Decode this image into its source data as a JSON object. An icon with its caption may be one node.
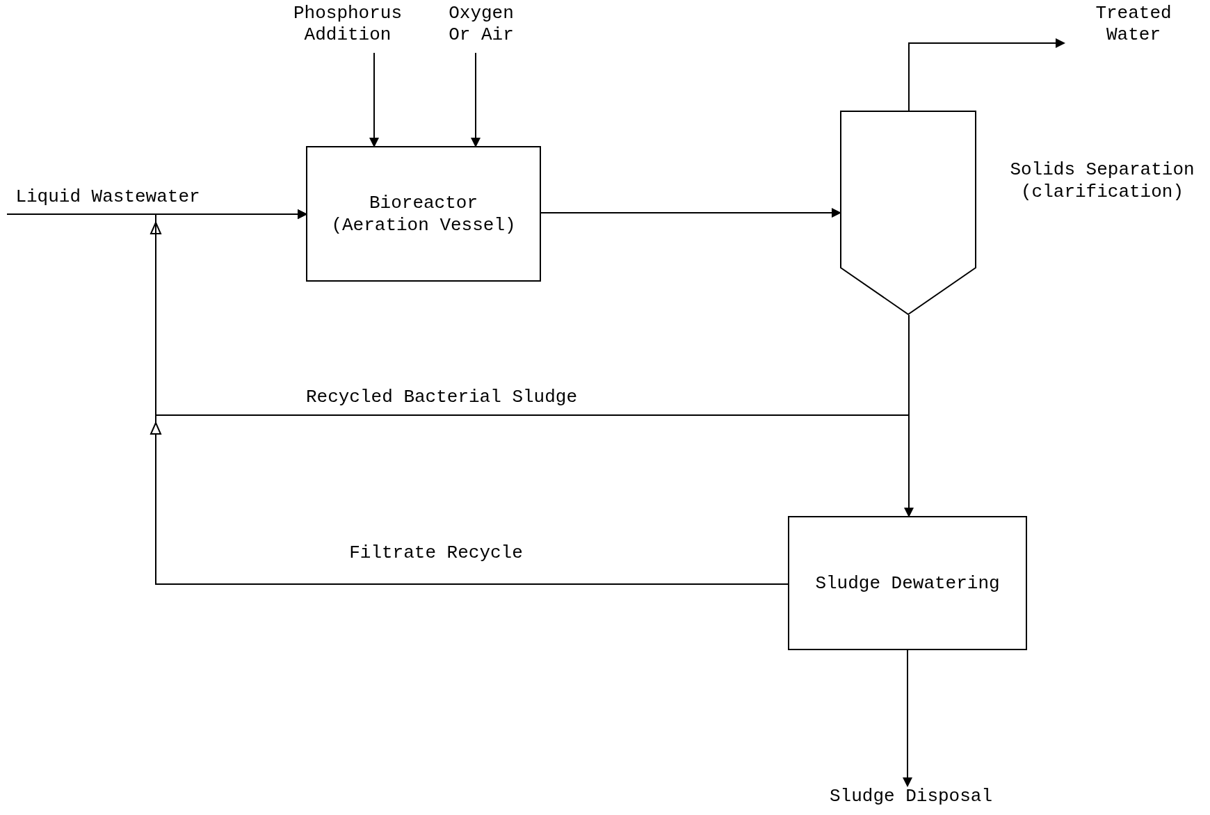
{
  "diagram": {
    "nodes": [
      {
        "text": [
          "Phosphorus Addition"
        ]
      },
      {
        "text": [
          "Oxygen Or Air"
        ]
      },
      {
        "text": [
          "Bioreactor (Aeration Vessel)"
        ]
      },
      {
        "text": [],
        "shape": "hopper",
        "beside": [
          "Solids Separation (clarification)"
        ]
      },
      {
        "text": [
          "Treated Water"
        ]
      },
      {
        "text": [
          "Liquid Wastewater"
        ]
      },
      {
        "text": [
          "Sludge Dewatering"
        ]
      },
      {
        "text": [
          "Sludge Disposal"
        ]
      }
    ],
    "edges": [
      {
        "from": 0,
        "to": 2,
        "arrow": "to"
      },
      {
        "from": 1,
        "to": 2,
        "arrow": "to"
      },
      {
        "from": 5,
        "to": 2,
        "arrow": "to"
      },
      {
        "from": 2,
        "to": 3,
        "arrow": "to"
      },
      {
        "from": 3,
        "to": 4,
        "arrow": "to"
      },
      {
        "from": 3,
        "to": 2,
        "arrow": "to",
        "label": "Recycled Bacterial Sludge"
      },
      {
        "from": 3,
        "to": 6,
        "arrow": "to"
      },
      {
        "from": 6,
        "to": 2,
        "arrow": "to",
        "label": "Filtrate Recycle"
      },
      {
        "from": 6,
        "to": 7,
        "arrow": "to"
      }
    ]
  }
}
